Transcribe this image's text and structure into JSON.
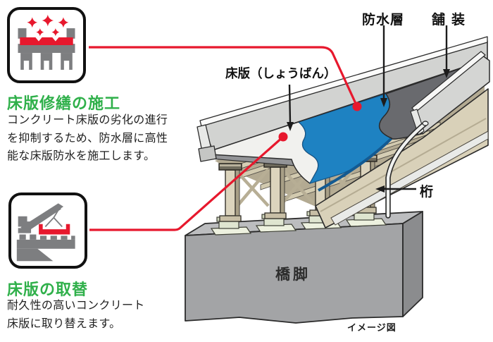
{
  "colors": {
    "accent_red": "#e7182d",
    "heading_green": "#2fb04a",
    "waterproof_blue": "#1e82c2",
    "pavement_gray": "#696a6e",
    "girder_beige": "#d9d1b9",
    "pier_gray": "#a3a4a6"
  },
  "sections": [
    {
      "icon": "deck-repair-icon",
      "heading": "床版修繕の施工",
      "body": "コンクリート床版の劣化の進行\nを抑制するため、防水層に高性\n能な床版防水を施工します。"
    },
    {
      "icon": "deck-replacement-icon",
      "heading": "床版の取替",
      "body": "耐久性の高いコンクリート\n床版に取り替えます。"
    }
  ],
  "diagram": {
    "labels": {
      "deck": "床版（しょうばん）",
      "waterproofing": "防水層",
      "pavement": "舗装",
      "girder": "桁",
      "pier": "橋脚"
    },
    "caption": "イメージ図"
  }
}
